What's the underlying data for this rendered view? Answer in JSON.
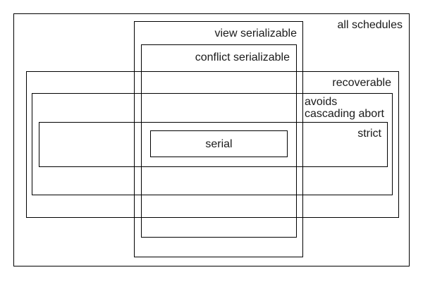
{
  "diagram": {
    "description": "Nested set diagram of transaction schedule classes",
    "colors": {
      "background": "#ffffff",
      "border": "#000000",
      "text": "#1a1a1a"
    },
    "sets": {
      "all_schedules": {
        "label": "all schedules"
      },
      "view_serializable": {
        "label": "view serializable"
      },
      "conflict_serializable": {
        "label": "conflict serializable"
      },
      "recoverable": {
        "label": "recoverable"
      },
      "avoids_cascading_abort": {
        "label": "avoids\ncascading abort"
      },
      "strict": {
        "label": "strict"
      },
      "serial": {
        "label": "serial"
      }
    }
  }
}
